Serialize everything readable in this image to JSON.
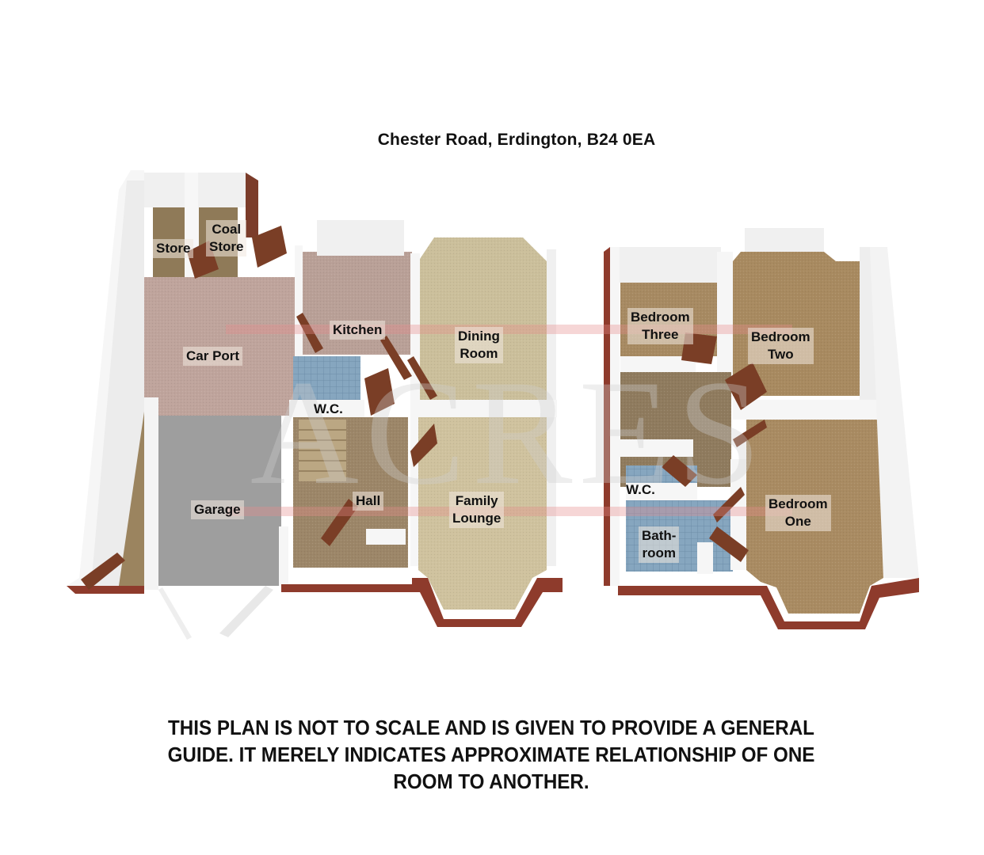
{
  "header": {
    "address": "Chester Road, Erdington, B24 0EA"
  },
  "watermark": {
    "text": "ACRES",
    "color": "#b0b0b0",
    "stripe_color": "#e88c8c"
  },
  "floors": [
    {
      "name": "ground-floor",
      "rooms": [
        {
          "id": "store",
          "label": "Store"
        },
        {
          "id": "coal-store",
          "label": "Coal\nStore"
        },
        {
          "id": "car-port",
          "label": "Car Port"
        },
        {
          "id": "kitchen",
          "label": "Kitchen"
        },
        {
          "id": "dining-room",
          "label": "Dining\nRoom"
        },
        {
          "id": "wc-ground",
          "label": "W.C."
        },
        {
          "id": "garage",
          "label": "Garage"
        },
        {
          "id": "hall",
          "label": "Hall"
        },
        {
          "id": "family-lounge",
          "label": "Family\nLounge"
        }
      ]
    },
    {
      "name": "first-floor",
      "rooms": [
        {
          "id": "bedroom-three",
          "label": "Bedroom\nThree"
        },
        {
          "id": "bedroom-two",
          "label": "Bedroom\nTwo"
        },
        {
          "id": "wc-first",
          "label": "W.C."
        },
        {
          "id": "bathroom",
          "label": "Bath-\nroom"
        },
        {
          "id": "bedroom-one",
          "label": "Bedroom\nOne"
        }
      ]
    }
  ],
  "colors": {
    "wall": "#f4f4f4",
    "wall_shadow": "#d8d8d8",
    "brick": "#8e3b2c",
    "door": "#7a3e26",
    "carpet_brown": "#a8875e",
    "carpet_beige": "#cdbf9a",
    "carpet_pink": "#bfa29a",
    "garage_floor": "#9c9c9c",
    "tile_blue": "#7f9fb8",
    "hall_carpet": "#9c8668"
  },
  "footer": {
    "disclaimer": "THIS PLAN IS NOT TO SCALE AND IS GIVEN TO PROVIDE A GENERAL GUIDE. IT MERELY INDICATES APPROXIMATE RELATIONSHIP OF ONE ROOM TO ANOTHER."
  }
}
